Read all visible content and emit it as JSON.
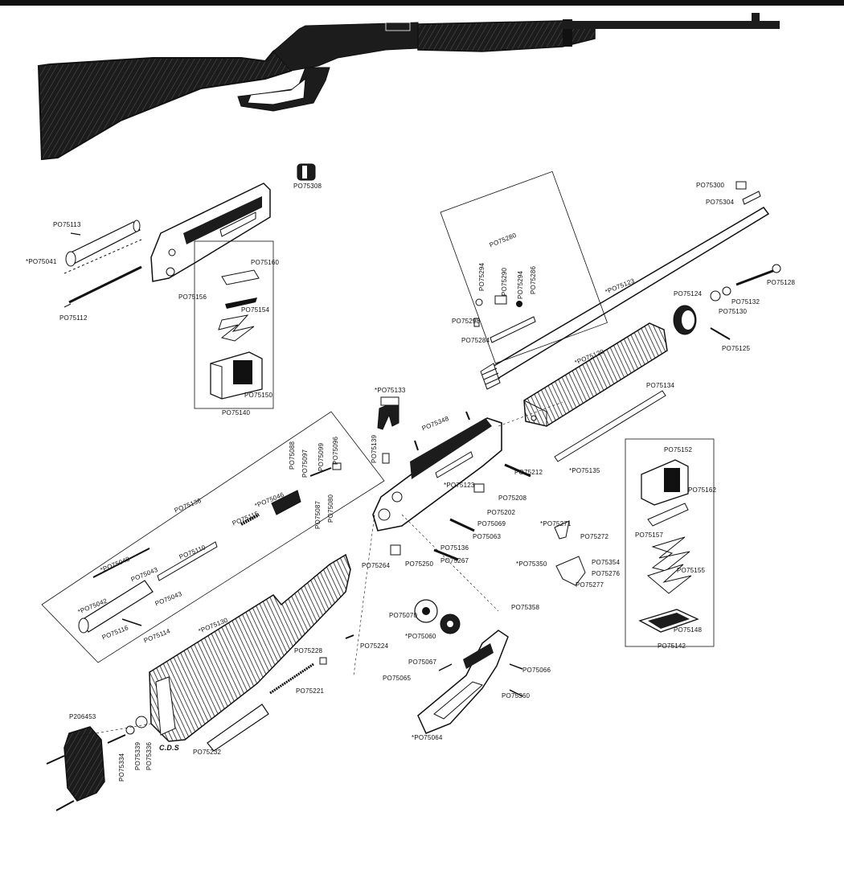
{
  "colors": {
    "ink": "#111111",
    "wood": "#1c1c1c",
    "paper": "#ffffff",
    "metal": "#333333"
  },
  "labels": {
    "p75308": "PO75308",
    "p75113": "PO75113",
    "p75041": "*PO75041",
    "p75112": "PO75112",
    "p75160": "PO75160",
    "p75156": "PO75156",
    "p75154": "PO75154",
    "p75150": "PO75150",
    "p75140": "PO75140",
    "p75300": "PO75300",
    "p75304": "PO75304",
    "p75280": "PO75280",
    "p75294a": "PO75294",
    "p75290": "PO75290",
    "p75294b": "PO75294",
    "p75286": "PO75286",
    "p75298": "PO75298",
    "p75284": "PO75284",
    "p75123a": "*PO75123",
    "p75124": "PO75124",
    "p75128": "PO75128",
    "p75132": "PO75132",
    "p75130": "PO75130",
    "p75125": "PO75125",
    "p75120": "*PO75120",
    "p75134": "PO75134",
    "p75133": "*PO75133",
    "p75348": "PO75348",
    "p75139": "PO75139",
    "p75212": "PO75212",
    "p75123b": "*PO75123",
    "p75208": "PO75208",
    "p75202": "PO75202",
    "p75069": "PO75069",
    "p75063": "PO75063",
    "p75136a": "PO75136",
    "p75267": "PO75267",
    "p75264": "PO75264",
    "p75250": "PO75250",
    "p75135": "*PO75135",
    "p75152": "PO75152",
    "p75162": "PO75162",
    "p75157": "PO75157",
    "p75155": "PO75155",
    "p75148": "PO75148",
    "p75142": "PO75142",
    "p75271": "*PO75271",
    "p75272": "PO75272",
    "p75350": "*PO75350",
    "p75354": "PO75354",
    "p75276": "PO75276",
    "p75277": "PO75277",
    "p75136b": "PO75136",
    "p75088": "PO75088",
    "p75097": "PO75097",
    "p75099": "PO75099",
    "p75096": "PO75096",
    "p75046": "*PO75046",
    "p75087": "PO75087",
    "p75080": "PO75080",
    "p75115": "PO75115",
    "p75110": "PO75110",
    "p75048": "*PO75048",
    "p75043a": "PO75043",
    "p75042": "*PO75042",
    "p75043b": "PO75043",
    "p75116": "PO75116",
    "p75114": "PO75114",
    "p75130s": "*PO75130",
    "p75228": "PO75228",
    "p75224": "PO75224",
    "p75221": "PO75221",
    "p75232": "PO75232",
    "p206453": "P206453",
    "p75334": "PO75334",
    "p75339": "PO75339",
    "p75336": "PO75336",
    "cds": "C.D.S",
    "p75070": "PO75070",
    "p75060": "*PO75060",
    "p75358": "PO75358",
    "p75067": "PO75067",
    "p75065": "PO75065",
    "p75066": "PO75066",
    "p75360": "PO75360",
    "p75064": "*PO75064"
  }
}
